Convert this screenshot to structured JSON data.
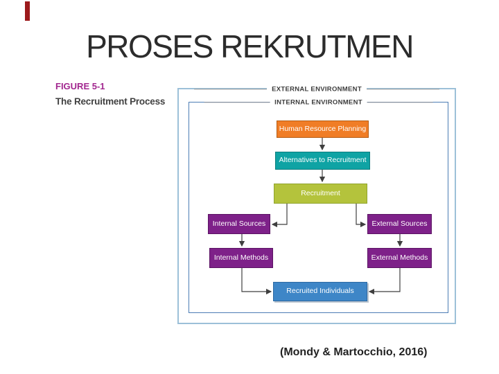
{
  "slide": {
    "title": "PROSES REKRUTMEN",
    "citation": "(Mondy & Martocchio, 2016)",
    "accent_bar_color": "#9c1a1c"
  },
  "figure": {
    "label": "FIGURE 5-1",
    "caption": "The Recruitment Process",
    "label_color": "#a2278f",
    "environment": {
      "external": "EXTERNAL ENVIRONMENT",
      "internal": "INTERNAL ENVIRONMENT"
    },
    "border_colors": {
      "outer": "#9cc0d8",
      "inner": "#4b7cb4"
    },
    "arrow_color": "#3f3f3f",
    "nodes": {
      "human_resource_planning": {
        "label": "Human Resource Planning",
        "fill": "#f07d26"
      },
      "alternatives_to_recruitment": {
        "label": "Alternatives to Recruitment",
        "fill": "#0fa3a4"
      },
      "recruitment": {
        "label": "Recruitment",
        "fill": "#b4c33c"
      },
      "internal_sources": {
        "label": "Internal Sources",
        "fill": "#7e2189"
      },
      "external_sources": {
        "label": "External Sources",
        "fill": "#7e2189"
      },
      "internal_methods": {
        "label": "Internal Methods",
        "fill": "#7e2189"
      },
      "external_methods": {
        "label": "External Methods",
        "fill": "#7e2189"
      },
      "recruited_individuals": {
        "label": "Recruited Individuals",
        "fill": "#3e86c7"
      }
    }
  }
}
